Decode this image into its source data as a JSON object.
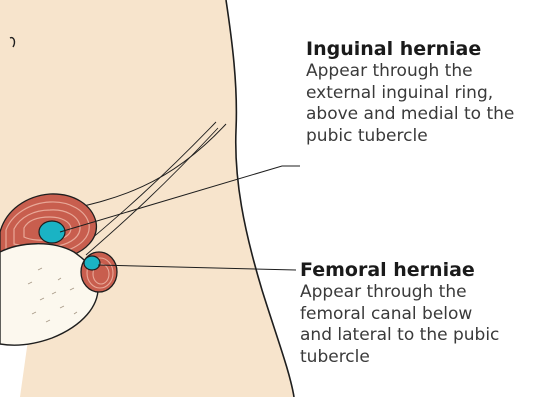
{
  "annotations": [
    {
      "title": "Inguinal herniae",
      "lines": [
        "Appear through the",
        "external inguinal ring,",
        "above and medial to the",
        "pubic tubercle"
      ]
    },
    {
      "title": "Femoral herniae",
      "lines": [
        "Appear through the",
        "femoral canal below",
        "and lateral to the pubic",
        "tubercle"
      ]
    }
  ],
  "colors": {
    "skin": "#f7e4cc",
    "outline": "#1e1e1e",
    "hernia_sac": "#c85e4e",
    "hernia_ring": "#e8a898",
    "hernia_opening": "#1ab3c4",
    "thigh": "#fcf8ee"
  }
}
